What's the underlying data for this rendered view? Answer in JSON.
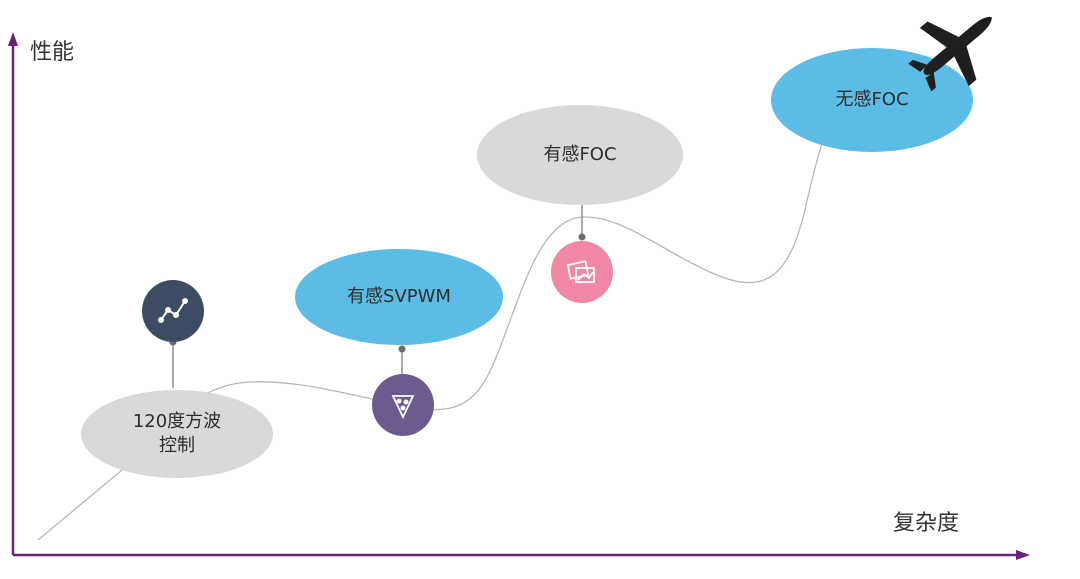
{
  "axes": {
    "y_label": "性能",
    "x_label": "复杂度",
    "color": "#6b1f7a"
  },
  "stages": [
    {
      "id": "square-wave",
      "line1": "120度方波",
      "line2": "控制",
      "fill": "#d9d9d9",
      "icon": "line-chart-icon",
      "icon_fill": "#3d4b63"
    },
    {
      "id": "sensored-svpwm",
      "line1": "有感SVPWM",
      "line2": "",
      "fill": "#5bbde6",
      "icon": "pizza-icon",
      "icon_fill": "#6b5b8f"
    },
    {
      "id": "sensored-foc",
      "line1": "有感FOC",
      "line2": "",
      "fill": "#d9d9d9",
      "icon": "photo-icon",
      "icon_fill": "#ef87a5"
    },
    {
      "id": "sensorless-foc",
      "line1": "无感FOC",
      "line2": "",
      "fill": "#5bbde6",
      "icon": "airplane-icon",
      "icon_fill": "#1f1f1f"
    }
  ],
  "curve_color": "#b7b7b7"
}
